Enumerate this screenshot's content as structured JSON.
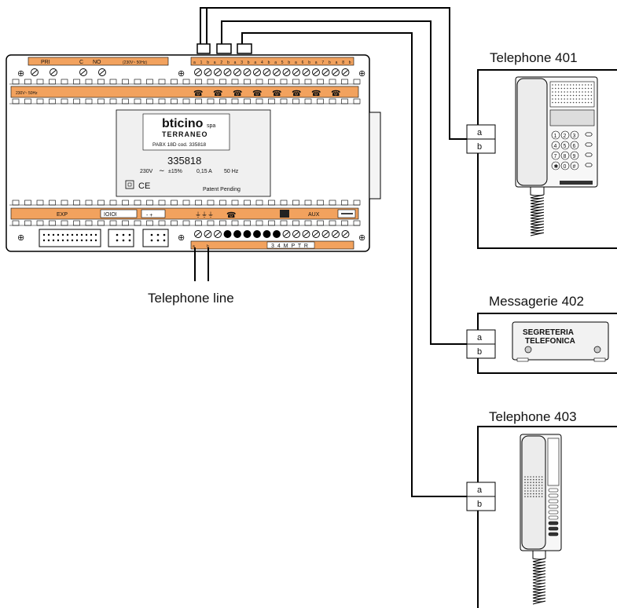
{
  "colors": {
    "orange": "#f2a25e",
    "gray": "#e8e8e8",
    "line": "#000000"
  },
  "pabx": {
    "brand": "bticino",
    "brand_suffix": "spa",
    "series": "TERRANEO",
    "model_text": "PABX 18D cod. 335818",
    "code": "335818",
    "spec_voltage": "230V",
    "spec_tolerance": "±15%",
    "spec_current": "0,15 A",
    "spec_freq": "50 Hz",
    "ce_mark": "CE",
    "patent": "Patent Pending",
    "top_labels": {
      "pri": "PRI",
      "c": "C",
      "no": "NO",
      "voltage": "(230V~ 50Hz)"
    },
    "strip_left": "230V~ 50Hz",
    "extension_terminals": [
      "a",
      "1",
      "b",
      "a",
      "2",
      "b",
      "a",
      "3",
      "b",
      "a",
      "4",
      "b",
      "a",
      "5",
      "b",
      "a",
      "6",
      "b",
      "a",
      "7",
      "b",
      "a",
      "8",
      "b"
    ],
    "bottom_labels": {
      "exp": "EXP",
      "io": "IOIOI",
      "aux": "AUX",
      "mptr": "3 4 M P T R"
    },
    "line_terminals": [
      "a",
      "b"
    ]
  },
  "labels": {
    "telephone_line": "Telephone line",
    "tel401": "Telephone 401",
    "mess402": "Messagerie 402",
    "tel403": "Telephone 403"
  },
  "devices": {
    "answering_machine_line1": "SEGRETERIA",
    "answering_machine_line2": "TELEFONICA",
    "terminal_a": "a",
    "terminal_b": "b"
  }
}
